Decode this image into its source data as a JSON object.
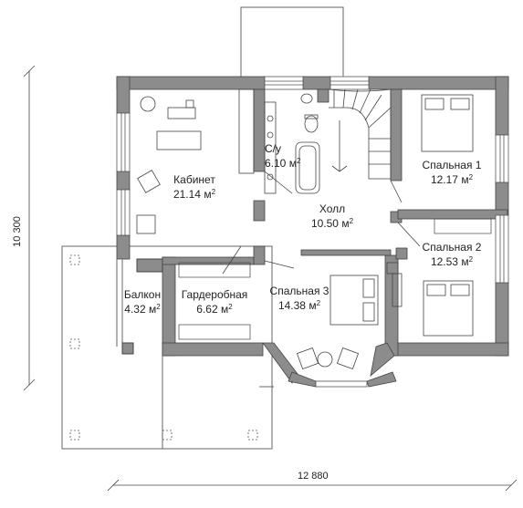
{
  "plan": {
    "rooms": [
      {
        "key": "study",
        "name": "Кабинет",
        "area": "21.14 м",
        "unit_sup": "2"
      },
      {
        "key": "wc",
        "name": "С/у",
        "area": "6.10 м",
        "unit_sup": "2"
      },
      {
        "key": "hall",
        "name": "Холл",
        "area": "10.50 м",
        "unit_sup": "2"
      },
      {
        "key": "bed1",
        "name": "Спальная 1",
        "area": "12.17 м",
        "unit_sup": "2"
      },
      {
        "key": "bed2",
        "name": "Спальная 2",
        "area": "12.53 м",
        "unit_sup": "2"
      },
      {
        "key": "balcony",
        "name": "Балкон",
        "area": "4.32 м",
        "unit_sup": "2"
      },
      {
        "key": "wardrobe",
        "name": "Гардеробная",
        "area": "6.62 м",
        "unit_sup": "2"
      },
      {
        "key": "bed3",
        "name": "Спальная 3",
        "area": "14.38 м",
        "unit_sup": "2"
      }
    ],
    "dimensions": {
      "height": "10 300",
      "width": "12 880"
    },
    "colors": {
      "wall": "#8c8c8c",
      "line": "#333333",
      "background": "#ffffff"
    }
  }
}
